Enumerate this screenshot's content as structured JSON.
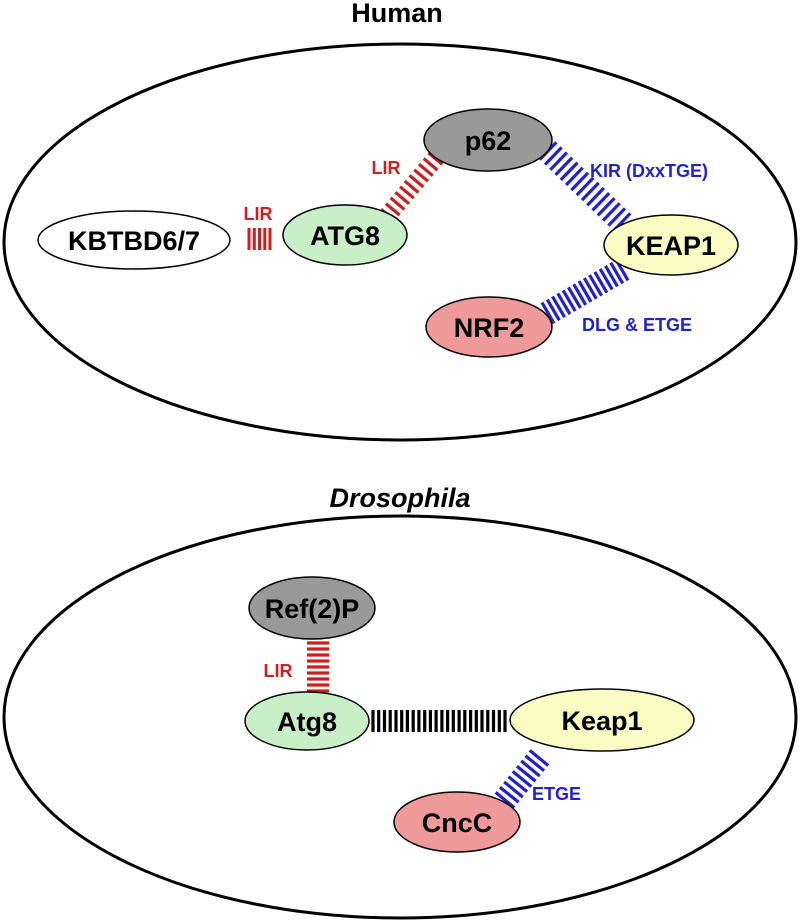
{
  "colors": {
    "lir": "#cc2020",
    "binding": "#2222cc",
    "neutral": "#000000",
    "node_white": "#ffffff",
    "node_green": "#c8efc8",
    "node_gray": "#999999",
    "node_yellow": "#fbfbc4",
    "node_pink": "#ef9a9a"
  },
  "panels": [
    {
      "title": "Human",
      "title_style": "bold",
      "nodes": [
        {
          "label": "p62",
          "color": "node_gray"
        },
        {
          "label": "KBTBD6/7",
          "color": "node_white"
        },
        {
          "label": "ATG8",
          "color": "node_green"
        },
        {
          "label": "KEAP1",
          "color": "node_yellow"
        },
        {
          "label": "NRF2",
          "color": "node_pink"
        }
      ],
      "links": [
        {
          "label": "LIR",
          "from": "KBTBD6/7",
          "to": "ATG8",
          "color": "lir"
        },
        {
          "label": "LIR",
          "from": "ATG8",
          "to": "p62",
          "color": "lir"
        },
        {
          "label": "KIR (DxxTGE)",
          "from": "p62",
          "to": "KEAP1",
          "color": "binding"
        },
        {
          "label": "DLG & ETGE",
          "from": "NRF2",
          "to": "KEAP1",
          "color": "binding"
        }
      ]
    },
    {
      "title": "Drosophila",
      "title_style": "bold-italic",
      "nodes": [
        {
          "label": "Ref(2)P",
          "color": "node_gray"
        },
        {
          "label": "Atg8",
          "color": "node_green"
        },
        {
          "label": "Keap1",
          "color": "node_yellow"
        },
        {
          "label": "CncC",
          "color": "node_pink"
        }
      ],
      "links": [
        {
          "label": "LIR",
          "from": "Atg8",
          "to": "Ref(2)P",
          "color": "lir"
        },
        {
          "label": "",
          "from": "Atg8",
          "to": "Keap1",
          "color": "neutral"
        },
        {
          "label": "ETGE",
          "from": "CncC",
          "to": "Keap1",
          "color": "binding"
        }
      ]
    }
  ]
}
